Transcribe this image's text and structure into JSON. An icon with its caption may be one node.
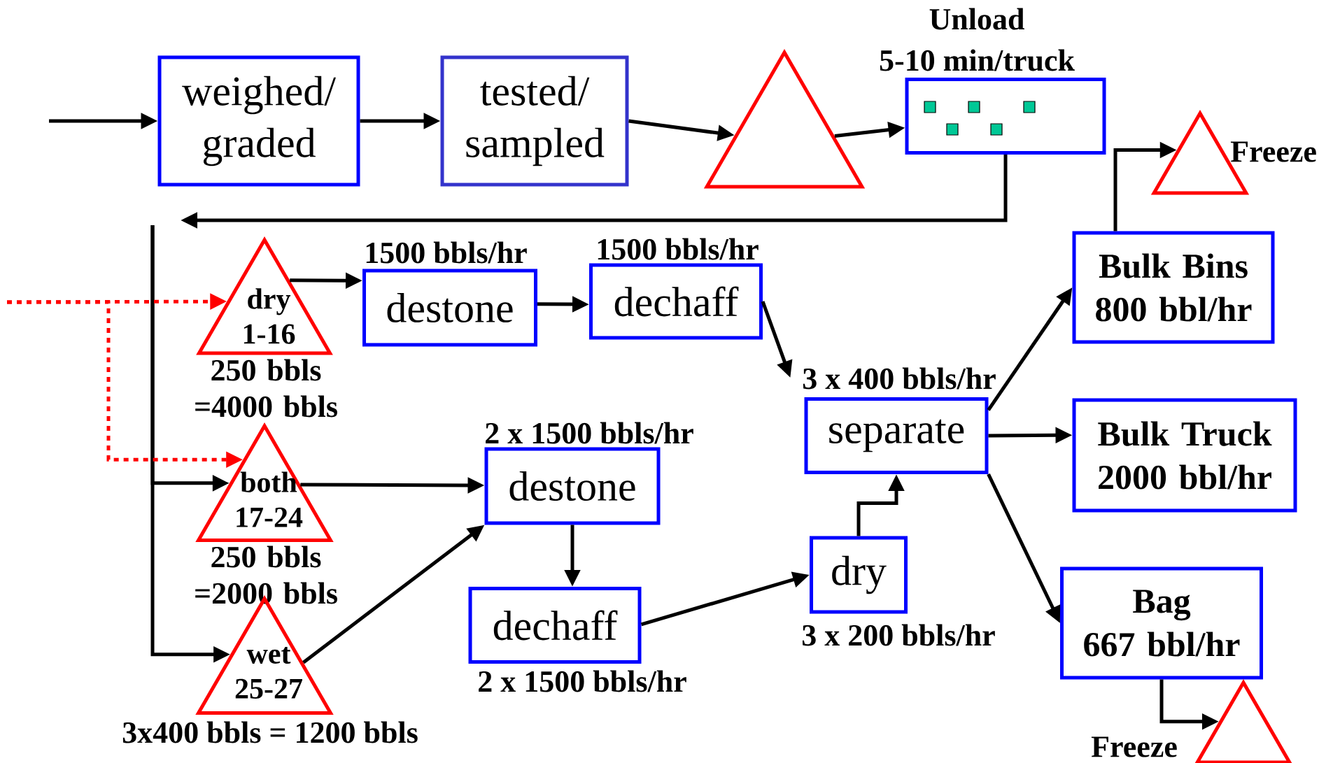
{
  "diagram": {
    "nodes": [
      {
        "text": [
          "weighed/ graded"
        ]
      },
      {
        "text": [
          "tested/ sampled"
        ]
      },
      {
        "text": [],
        "shape": "triangle"
      },
      {
        "text": [
          "Unload",
          "5-10 min/truck"
        ]
      },
      {
        "text": [],
        "shape": "triangle",
        "beside": [
          "Freeze"
        ]
      },
      {
        "text": [
          "dry 1-16"
        ],
        "beside": [
          "250 bbls =4000 bbls"
        ]
      },
      {
        "text": [
          "destone"
        ],
        "beside": [
          "1500 bbls/hr"
        ]
      },
      {
        "text": [
          "dechaff"
        ],
        "beside": [
          "1500 bbls/hr"
        ]
      },
      {
        "text": [
          "both 17-24"
        ],
        "beside": [
          "250 bbls =2000 bbls"
        ]
      },
      {
        "text": [
          "wet 25-27"
        ],
        "beside": [
          "3x400 bbls = 1200 bbls"
        ]
      },
      {
        "text": [
          "destone"
        ],
        "beside": [
          "2 x 1500 bbls/hr"
        ]
      },
      {
        "text": [
          "dechaff"
        ],
        "beside": [
          "2 x 1500 bbls/hr"
        ]
      },
      {
        "text": [
          "separate"
        ],
        "beside": [
          "3 x 400 bbls/hr"
        ]
      },
      {
        "text": [
          "dry"
        ],
        "beside": [
          "3 x 200 bbls/hr"
        ]
      },
      {
        "text": [
          "Bulk Bins",
          "800 bbl/hr"
        ]
      },
      {
        "text": [
          "Bulk Truck",
          "2000 bbl/hr"
        ]
      },
      {
        "text": [
          "Bag",
          "667 bbl/hr"
        ]
      },
      {
        "text": [],
        "shape": "triangle",
        "beside": [
          "Freeze"
        ]
      }
    ],
    "edges": [
      {
        "from": null,
        "to": 0,
        "arrow": "to"
      },
      {
        "from": 0,
        "to": 1,
        "arrow": "to"
      },
      {
        "from": 1,
        "to": 2,
        "arrow": "to"
      },
      {
        "from": 2,
        "to": 3,
        "arrow": "to"
      },
      {
        "from": 3,
        "to": null,
        "arrow": "to"
      },
      {
        "from": null,
        "to": 8,
        "arrow": "to"
      },
      {
        "from": null,
        "to": 9,
        "arrow": "to"
      },
      {
        "from": null,
        "to": 5,
        "arrow": "to",
        "style": "dashed",
        "color": "#ff0000"
      },
      {
        "from": null,
        "to": 8,
        "arrow": "to",
        "style": "dashed",
        "color": "#ff0000"
      },
      {
        "from": 5,
        "to": 6,
        "arrow": "to"
      },
      {
        "from": 6,
        "to": 7,
        "arrow": "to"
      },
      {
        "from": 7,
        "to": 12,
        "arrow": "to"
      },
      {
        "from": 8,
        "to": 10,
        "arrow": "to"
      },
      {
        "from": 9,
        "to": 10,
        "arrow": "to"
      },
      {
        "from": 10,
        "to": 11,
        "arrow": "to"
      },
      {
        "from": 11,
        "to": 13,
        "arrow": "to"
      },
      {
        "from": 13,
        "to": 12,
        "arrow": "to"
      },
      {
        "from": 12,
        "to": 14,
        "arrow": "to"
      },
      {
        "from": 12,
        "to": 15,
        "arrow": "to"
      },
      {
        "from": 12,
        "to": 16,
        "arrow": "to"
      },
      {
        "from": 14,
        "to": 4,
        "arrow": "to"
      },
      {
        "from": 16,
        "to": 17,
        "arrow": "to"
      }
    ]
  }
}
